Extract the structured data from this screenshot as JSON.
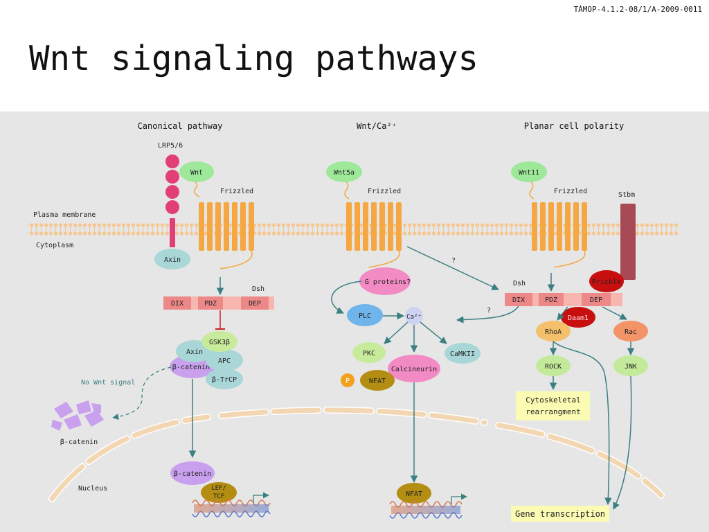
{
  "header": {
    "project_code": "TÁMOP-4.1.2-08/1/A-2009-0011",
    "title": "Wnt signaling pathways"
  },
  "pathways": {
    "canonical": "Canonical pathway",
    "wnt_ca": "Wnt/Ca²⁺",
    "pcp": "Planar cell polarity"
  },
  "regions": {
    "plasma_membrane": "Plasma membrane",
    "cytoplasm": "Cytoplasm",
    "nucleus": "Nucleus",
    "no_wnt_signal": "No Wnt signal"
  },
  "canonical": {
    "lrp": "LRP5/6",
    "wnt": "Wnt",
    "frizzled": "Frizzled",
    "axin_top": "Axin",
    "dsh": "Dsh",
    "dix": "DIX",
    "pdz": "PDZ",
    "dep": "DEP",
    "gsk": "GSK3β",
    "axin": "Axin",
    "apc": "APC",
    "bcat_complex": "β-catenin",
    "btrcp": "β-TrCP",
    "bcat_degraded": "β-catenin",
    "bcat_nuclear": "β-catenin",
    "lef_line1": "LEF/",
    "lef_line2": "TCF"
  },
  "wntca": {
    "wnt5a": "Wnt5a",
    "frizzled": "Frizzled",
    "gproteins": "G proteins?",
    "plc": "PLC",
    "ca": "Ca²⁺",
    "pkc": "PKC",
    "camkii": "CaMKII",
    "calcineurin": "Calcineurin",
    "p": "P",
    "nfat": "NFAT",
    "nfat_nuclear": "NFAT",
    "q1": "?",
    "q2": "?"
  },
  "pcp": {
    "wnt11": "Wnt11",
    "frizzled": "Frizzled",
    "stbm": "Stbm",
    "dsh": "Dsh",
    "prickle": "Prickle",
    "dix": "DIX",
    "pdz": "PDZ",
    "dep": "DEP",
    "daam": "Daam1",
    "rhoa": "RhoA",
    "rac": "Rac",
    "rock": "ROCK",
    "jnk": "JNK",
    "cyto_line1": "Cytoskeletal",
    "cyto_line2": "rearrangment",
    "gene": "Gene transcription"
  },
  "colors": {
    "panel_bg": "#e6e6e6",
    "receptor": "#f4a742",
    "wnt_ligand": "#9ee89a",
    "lrp": "#e23f78",
    "arrow": "#3b7f82",
    "dsh_bar": "#f7b7b0",
    "dsh_domain": "#ec8888",
    "axin": "#a9d6d7",
    "gsk": "#c7eb9b",
    "bcatenin": "#c9a0ee",
    "gproteins": "#f28bc4",
    "plc": "#6fb5ec",
    "nfat": "#b38e13",
    "phospho": "#f2a11c",
    "prickle": "#c80f0f",
    "stbm": "#a84a55",
    "rhoa": "#f4c06c",
    "rac": "#f39368",
    "rock_jnk": "#c3ea9a",
    "yellow_box": "#fbfbb4"
  }
}
